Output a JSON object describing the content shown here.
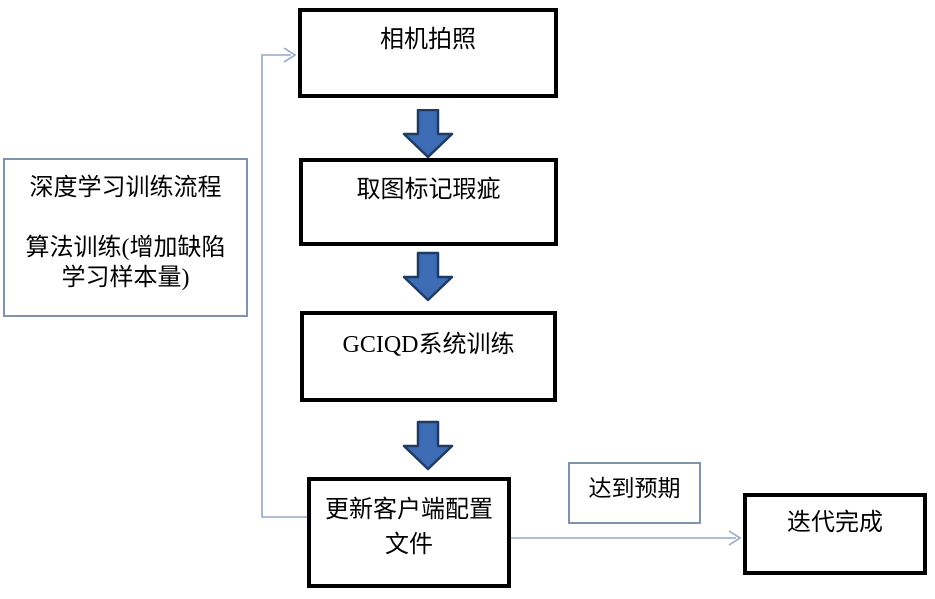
{
  "diagram": {
    "nodes": {
      "camera": {
        "label": "相机拍照"
      },
      "mark_defects": {
        "label": "取图标记瑕疵"
      },
      "system_training": {
        "label": "GCIQD系统训练"
      },
      "update_config": {
        "label": "更新客户端配置\n文件"
      },
      "process_note": {
        "label": "深度学习训练流程\n\n算法训练(增加缺陷\n学习样本量)"
      },
      "expectation": {
        "label": "达到预期"
      },
      "iteration_done": {
        "label": "迭代完成"
      }
    },
    "colors": {
      "block_arrow_fill": "#3d6cb4",
      "block_arrow_stroke": "#1f3a63",
      "connector": "#95a7c6",
      "thick_border": "#000000",
      "thin_border": "#8092ac",
      "text": "#000000",
      "background": "#ffffff"
    }
  }
}
